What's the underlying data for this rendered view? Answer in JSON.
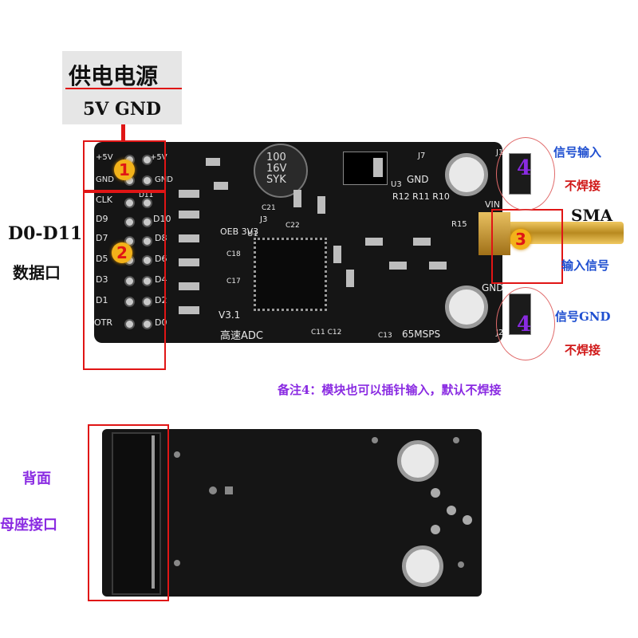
{
  "power": {
    "title": "供电电源",
    "subtitle": "5V GND"
  },
  "data_port": {
    "title": "D0-D11",
    "subtitle": "数据口"
  },
  "sma": {
    "title": "SMA",
    "subtitle": "输入信号"
  },
  "signal_in": {
    "title": "信号输入",
    "note": "不焊接"
  },
  "signal_gnd": {
    "title": "信号GND",
    "note": "不焊接"
  },
  "remark": "备注4：模块也可以插针输入，默认不焊接",
  "back": {
    "title": "背面",
    "subtitle": "母座接口"
  },
  "badges": {
    "b1": "1",
    "b2": "2",
    "b3": "3",
    "b4a": "4",
    "b4b": "4"
  },
  "board_silk": {
    "version": "V3.1",
    "name": "高速ADC",
    "speed": "65MSPS",
    "cap_top": "100",
    "cap_mid": "16V",
    "cap_bot": "SYK",
    "oeb": "OEB 3V3",
    "gnd1": "GND",
    "gnd2": "GND",
    "vin": "VIN",
    "j7": "J7",
    "u1": "U1",
    "u3": "U3",
    "j3": "J3",
    "r12": "R12 R11 R10",
    "r15": "R15",
    "c21": "C21",
    "c22": "C22",
    "c18": "C18",
    "c17": "C17",
    "c11c12": "C11 C12",
    "c13": "C13",
    "j1": "J1",
    "j2": "J2",
    "pins_left": [
      "CLK",
      "D9",
      "D7",
      "D5",
      "D3",
      "D1",
      "OTR"
    ],
    "pins_right": [
      "D10",
      "D8",
      "D6",
      "D4",
      "D2",
      "D0"
    ],
    "p5v_left": "+5V",
    "gnd_left": "GND",
    "p5v_right": "+5V",
    "gnd_right": "GND",
    "d11": "D11"
  }
}
